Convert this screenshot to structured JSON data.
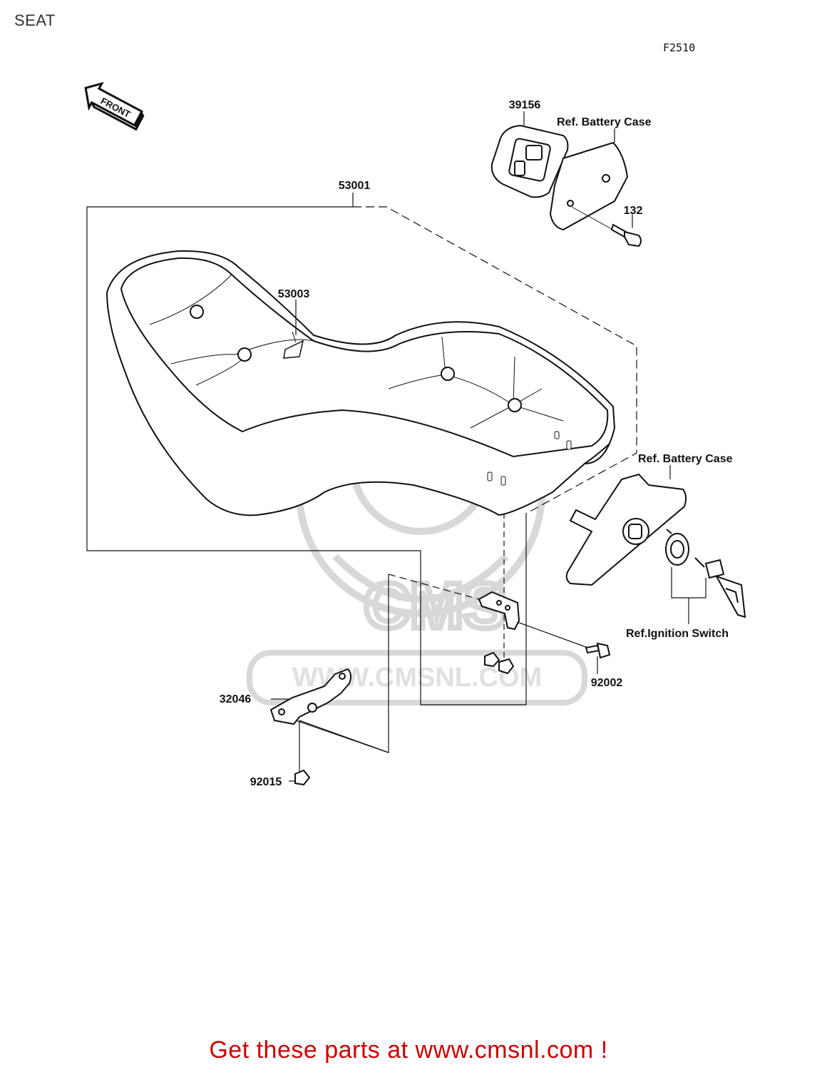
{
  "page": {
    "title": "SEAT",
    "diagram_code": "F2510"
  },
  "front_arrow": {
    "label": "FRONT",
    "icon": "front-arrow-icon"
  },
  "parts": {
    "p53001": "53001",
    "p53003": "53003",
    "p39156": "39156",
    "p132": "132",
    "ref_battery_case_top": "Ref. Battery Case",
    "ref_battery_case_right": "Ref. Battery Case",
    "ref_ignition_switch": "Ref.Ignition Switch",
    "p92002": "92002",
    "p32046": "32046",
    "p92015": "92015"
  },
  "watermark": {
    "text": "WWW.CMSNL.COM",
    "logo": "CMS"
  },
  "footer": {
    "promo": "Get these parts at www.cmsnl.com !"
  },
  "colors": {
    "promo": "#cc0000",
    "line": "#111111",
    "watermark": "#d8d8d8"
  }
}
